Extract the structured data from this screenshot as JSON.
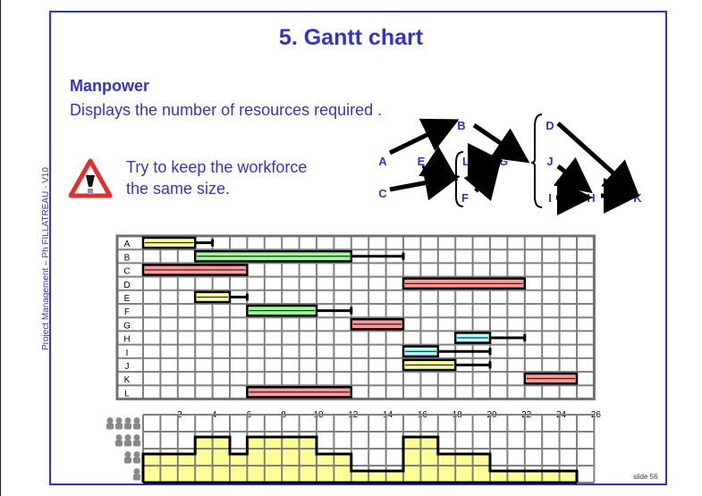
{
  "sidebar_text": "Project Management – Ph FILLATREAU - V10",
  "title": "5. Gantt chart",
  "heading": "Manpower",
  "subtext": "Displays the number of resources required .",
  "tip_line1": "Try to keep the workforce",
  "tip_line2": "the same size.",
  "slide_label": "slide 56",
  "network_nodes": [
    "A",
    "B",
    "C",
    "D",
    "E",
    "F",
    "G",
    "H",
    "I",
    "J",
    "K",
    "L"
  ],
  "colors": {
    "accent": "#3333cc",
    "yellow": "#ffff99",
    "green": "#99ff99",
    "red": "#ff9999",
    "cyan": "#b3ffff",
    "grid": "#808080"
  },
  "chart_data": {
    "type": "gantt",
    "tasks": [
      {
        "name": "A",
        "start": 0,
        "end": 3,
        "slack_end": 4,
        "color": "yellow"
      },
      {
        "name": "B",
        "start": 3,
        "end": 12,
        "slack_end": 15,
        "color": "green"
      },
      {
        "name": "C",
        "start": 0,
        "end": 6,
        "slack_end": null,
        "color": "red"
      },
      {
        "name": "D",
        "start": 15,
        "end": 22,
        "slack_end": null,
        "color": "red"
      },
      {
        "name": "E",
        "start": 3,
        "end": 5,
        "slack_end": 6,
        "color": "yellow"
      },
      {
        "name": "F",
        "start": 6,
        "end": 10,
        "slack_end": 12,
        "color": "green"
      },
      {
        "name": "G",
        "start": 12,
        "end": 15,
        "slack_end": null,
        "color": "red"
      },
      {
        "name": "H",
        "start": 18,
        "end": 20,
        "slack_end": 22,
        "color": "cyan"
      },
      {
        "name": "I",
        "start": 15,
        "end": 17,
        "slack_end": 20,
        "color": "cyan"
      },
      {
        "name": "J",
        "start": 15,
        "end": 18,
        "slack_end": 20,
        "color": "yellow"
      },
      {
        "name": "K",
        "start": 22,
        "end": 25,
        "slack_end": null,
        "color": "red"
      },
      {
        "name": "L",
        "start": 6,
        "end": 12,
        "slack_end": null,
        "color": "red"
      }
    ],
    "x_ticks": [
      2,
      4,
      6,
      8,
      10,
      12,
      14,
      16,
      18,
      20,
      22,
      24,
      26
    ],
    "xlim": [
      0,
      26
    ],
    "manpower": {
      "levels": [
        2,
        2,
        2,
        3,
        3,
        2,
        3,
        3,
        3,
        3,
        2,
        2,
        1,
        1,
        1,
        3,
        3,
        2,
        2,
        2,
        1,
        1,
        1,
        1,
        1
      ],
      "max_level": 4
    }
  }
}
